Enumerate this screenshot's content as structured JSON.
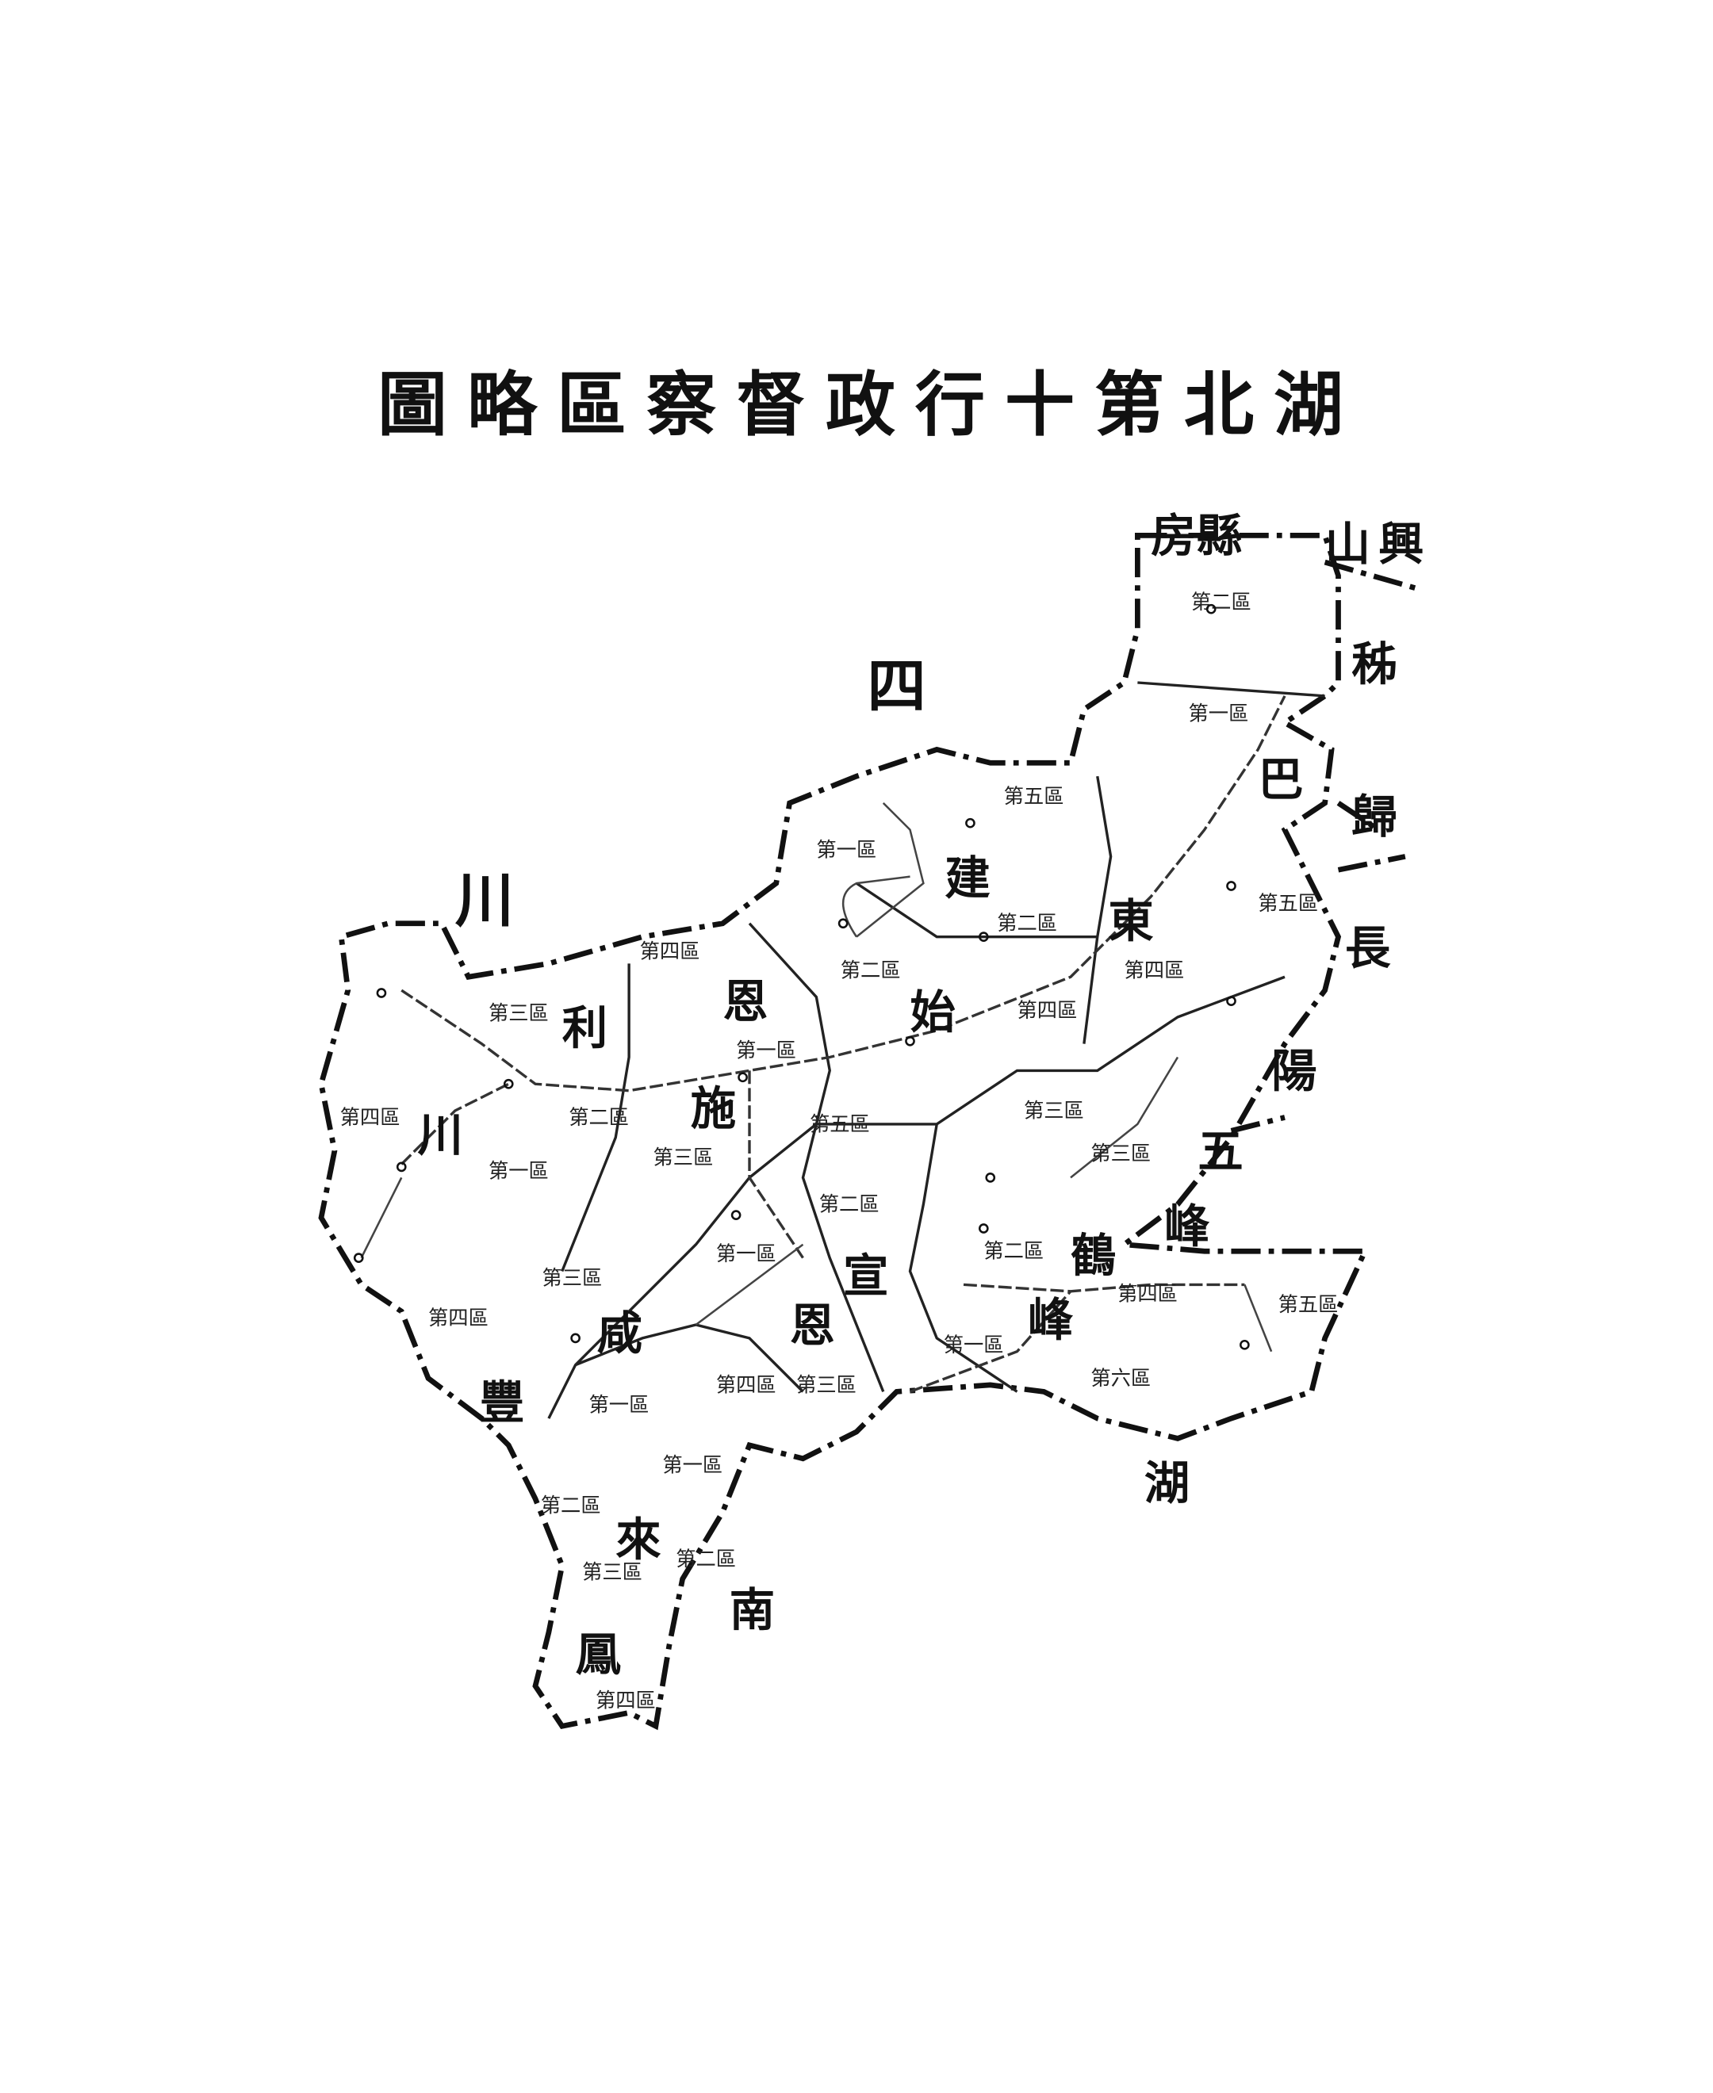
{
  "title": "湖北第十行政督察區略圖",
  "title_chars": [
    "湖",
    "北",
    "第",
    "十",
    "行",
    "政",
    "督",
    "察",
    "區",
    "略",
    "圖"
  ],
  "neighbors": {
    "sichuan_1": "四",
    "sichuan_2": "川",
    "hunan_1": "湖",
    "hunan_2": "南",
    "fangxian": "房縣",
    "xingshan_1": "興",
    "xingshan_2": "山",
    "zigui_1": "秭",
    "zigui_2": "歸",
    "changyang_1": "長",
    "changyang_2": "陽",
    "wufeng_1": "五",
    "wufeng_2": "峰"
  },
  "counties": {
    "badong_1": "巴",
    "badong_2": "東",
    "jianshi_1": "建",
    "jianshi_2": "始",
    "enshi_1": "恩",
    "enshi_2": "施",
    "lichuan_1": "利",
    "lichuan_2": "川",
    "xuanen_1": "宣",
    "xuanen_2": "恩",
    "xianfeng_1": "咸",
    "xianfeng_2": "豐",
    "laifeng_1": "來",
    "laifeng_2": "鳳",
    "hefeng_1": "鶴",
    "hefeng_2": "峰"
  },
  "districts": [
    "第一區",
    "第二區",
    "第三區",
    "第四區",
    "第五區",
    "第六區"
  ],
  "colors": {
    "ink": "#111111",
    "paper": "#ffffff"
  }
}
